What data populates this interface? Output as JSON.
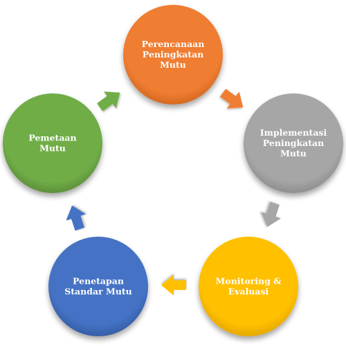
{
  "nodes": [
    {
      "id": "perencanaan",
      "lines": [
        "Perencanaan",
        "Peningkatan",
        "Mutu"
      ],
      "color": "#ef7d31",
      "color_dark": "#c9601a"
    },
    {
      "id": "implementasi",
      "lines": [
        "Implementasi",
        "Peningkatan",
        "Mutu"
      ],
      "color": "#a6a6a6",
      "color_dark": "#848484"
    },
    {
      "id": "monitoring",
      "lines": [
        "Monitoring &",
        "Evaluasi"
      ],
      "color": "#ffc000",
      "color_dark": "#d99e00"
    },
    {
      "id": "penetapan",
      "lines": [
        "Penetapan",
        "Standar Mutu"
      ],
      "color": "#4472c4",
      "color_dark": "#2f5597"
    },
    {
      "id": "pemetaan",
      "lines": [
        "Pemetaan",
        "Mutu"
      ],
      "color": "#70ad47",
      "color_dark": "#548235"
    }
  ],
  "arrows": [
    {
      "from": "pemetaan",
      "to": "perencanaan",
      "color": "#70ad47"
    },
    {
      "from": "perencanaan",
      "to": "implementasi",
      "color": "#ef7d31"
    },
    {
      "from": "implementasi",
      "to": "monitoring",
      "color": "#a6a6a6"
    },
    {
      "from": "monitoring",
      "to": "penetapan",
      "color": "#ffc000"
    },
    {
      "from": "penetapan",
      "to": "pemetaan",
      "color": "#4472c4"
    }
  ]
}
